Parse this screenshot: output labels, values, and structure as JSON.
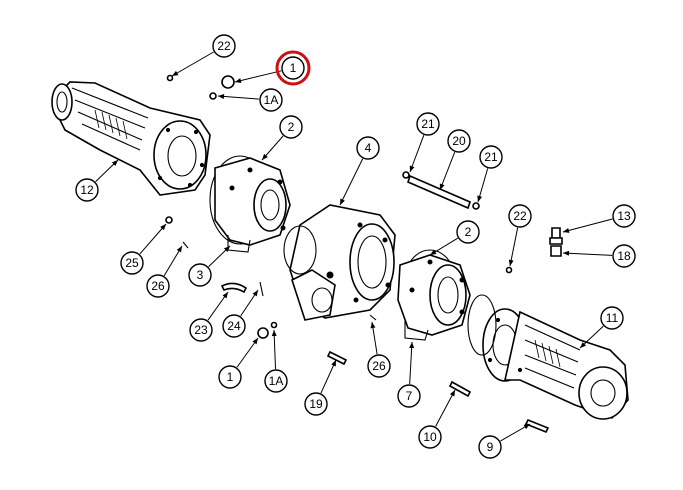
{
  "diagram": {
    "highlight_color": "#cc1111",
    "ink_color": "#000000",
    "callouts": [
      {
        "label": "22",
        "highlight": false
      },
      {
        "label": "1",
        "highlight": true
      },
      {
        "label": "1A",
        "highlight": false
      },
      {
        "label": "2",
        "highlight": false
      },
      {
        "label": "4",
        "highlight": false
      },
      {
        "label": "21",
        "highlight": false
      },
      {
        "label": "20",
        "highlight": false
      },
      {
        "label": "21",
        "highlight": false
      },
      {
        "label": "12",
        "highlight": false
      },
      {
        "label": "2",
        "highlight": false
      },
      {
        "label": "22",
        "highlight": false
      },
      {
        "label": "13",
        "highlight": false
      },
      {
        "label": "18",
        "highlight": false
      },
      {
        "label": "25",
        "highlight": false
      },
      {
        "label": "26",
        "highlight": false
      },
      {
        "label": "3",
        "highlight": false
      },
      {
        "label": "11",
        "highlight": false
      },
      {
        "label": "23",
        "highlight": false
      },
      {
        "label": "24",
        "highlight": false
      },
      {
        "label": "1",
        "highlight": false
      },
      {
        "label": "1A",
        "highlight": false
      },
      {
        "label": "26",
        "highlight": false
      },
      {
        "label": "19",
        "highlight": false
      },
      {
        "label": "7",
        "highlight": false
      },
      {
        "label": "10",
        "highlight": false
      },
      {
        "label": "9",
        "highlight": false
      }
    ]
  }
}
